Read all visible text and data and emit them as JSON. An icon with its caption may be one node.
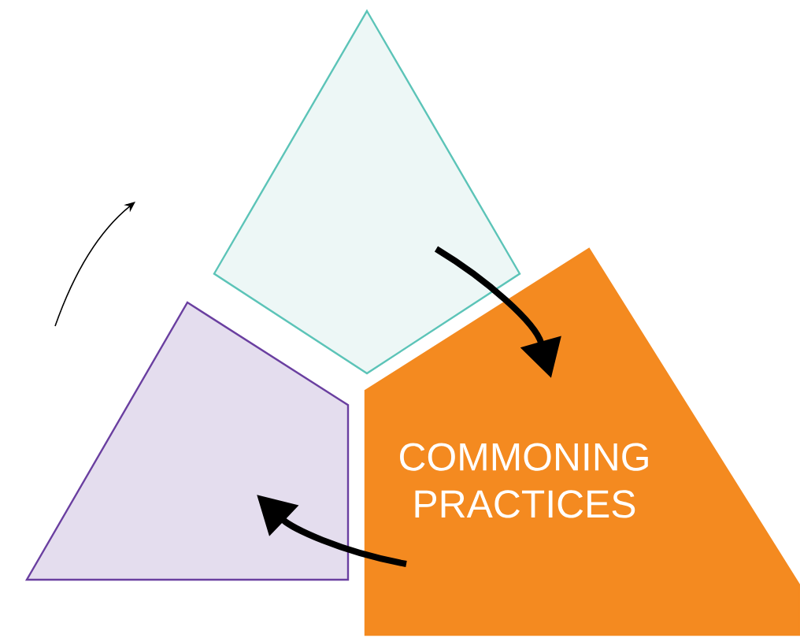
{
  "diagram": {
    "nodes": [
      {
        "text": [],
        "shape": "diamond"
      },
      {
        "text": [
          "COMMONING PRACTICES"
        ]
      },
      {
        "text": [],
        "shape": "box"
      }
    ],
    "edges": [
      {
        "from": 0,
        "to": 1,
        "arrow": "to"
      },
      {
        "from": 1,
        "to": 2,
        "arrow": "to"
      }
    ]
  }
}
